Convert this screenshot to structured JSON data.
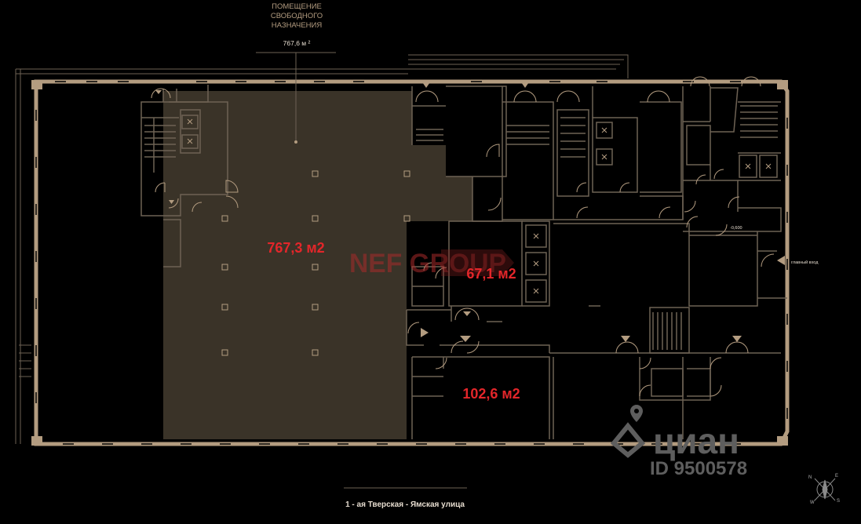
{
  "callout": {
    "title_lines": [
      "ПОМЕЩЕНИЕ",
      "СВОБОДНОГО",
      "НАЗНАЧЕНИЯ"
    ],
    "area": "767,6 м ²"
  },
  "rooms": [
    {
      "id": "main-hall",
      "area_label": "767,3 м2"
    },
    {
      "id": "office-middle",
      "area_label": "67,1 м2"
    },
    {
      "id": "office-lower",
      "area_label": "102,6 м2"
    }
  ],
  "marks": {
    "level": "-0,600",
    "main_entrance": "главный вход"
  },
  "street": "1 - ая Тверская - Ямская улица",
  "watermarks": {
    "agency": "NEF GROUP",
    "portal": "циан",
    "listing_id": "ID 9500578"
  },
  "compass": {
    "letters": [
      "N",
      "E",
      "S",
      "W"
    ]
  },
  "colors": {
    "background": "#000000",
    "wall": "#b39c80",
    "hall_fill": "#3a3328",
    "line": "#6e6254",
    "area_text": "#e3262a",
    "light_text": "#e6dccf",
    "watermark": "#6a6a6a"
  }
}
